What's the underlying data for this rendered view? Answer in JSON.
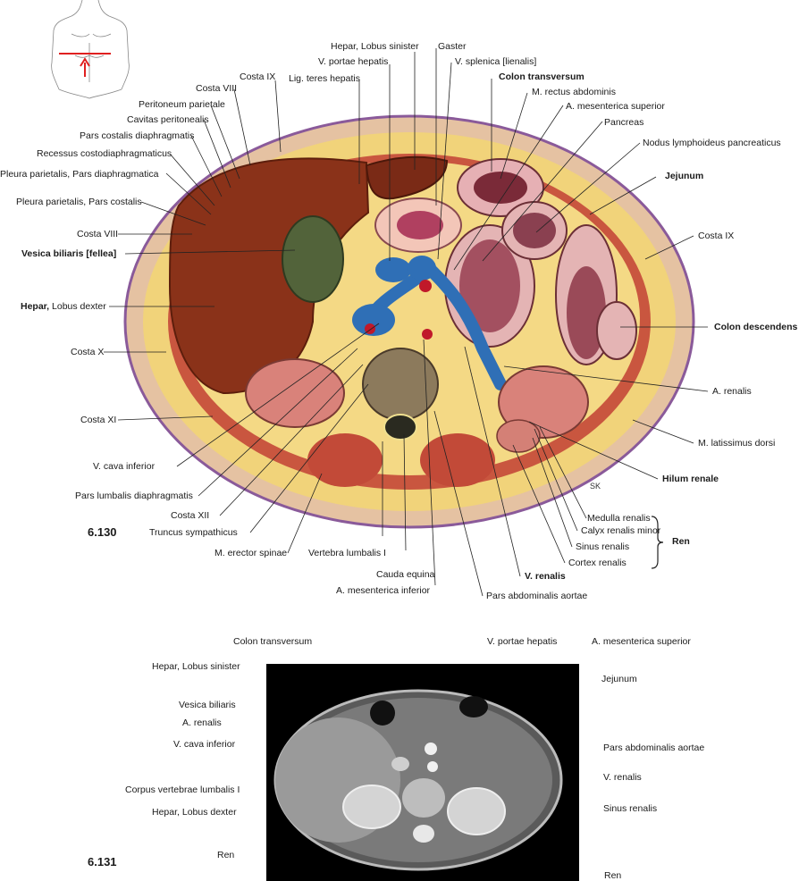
{
  "fig1": {
    "number": "6.130",
    "labels": {
      "hepar_lobus_sinister": "Hepar, Lobus sinister",
      "gaster": "Gaster",
      "v_portae": "V. portae hepatis",
      "v_splenica": "V. splenica [lienalis]",
      "costa_ix_top": "Costa IX",
      "lig_teres": "Lig. teres hepatis",
      "colon_transversum": "Colon transversum",
      "costa_viii_top": "Costa VIII",
      "m_rectus": "M. rectus abdominis",
      "peritoneum_parietale": "Peritoneum parietale",
      "a_mes_sup": "A. mesenterica superior",
      "cavitas_peritonealis": "Cavitas peritonealis",
      "pancreas": "Pancreas",
      "pars_costalis_diaph": "Pars costalis diaphragmatis",
      "nodus": "Nodus lymphoideus pancreaticus",
      "recessus": "Recessus costodiaphragmaticus",
      "pleura_diaph": "Pleura parietalis, Pars diaphragmatica",
      "jejunum": "Jejunum",
      "pleura_costalis": "Pleura parietalis, Pars costalis",
      "costa_viii_left": "Costa VIII",
      "costa_ix_right": "Costa IX",
      "vesica_biliaris": "Vesica biliaris [fellea]",
      "hepar_bold": "Hepar,",
      "hepar_rest": " Lobus dexter",
      "colon_descendens": "Colon descendens",
      "costa_x": "Costa X",
      "a_renalis": "A. renalis",
      "costa_xi": "Costa XI",
      "m_latissimus": "M. latissimus dorsi",
      "v_cava": "V. cava inferior",
      "hilum_renale": "Hilum renale",
      "pars_lumbalis": "Pars lumbalis diaphragmatis",
      "costa_xii": "Costa XII",
      "medulla": "Medulla renalis",
      "truncus": "Truncus sympathicus",
      "calyx": "Calyx renalis minor",
      "ren": "Ren",
      "sinus": "Sinus renalis",
      "m_erector": "M. erector spinae",
      "vertebra": "Vertebra lumbalis I",
      "cortex": "Cortex renalis",
      "cauda": "Cauda equina",
      "v_renalis": "V. renalis",
      "a_mes_inf": "A. mesenterica inferior",
      "pars_abd_aortae": "Pars abdominalis aortae",
      "signature": "SK"
    }
  },
  "fig2": {
    "number": "6.131",
    "labels": {
      "colon_transversum": "Colon transversum",
      "v_portae": "V. portae hepatis",
      "a_mes_sup": "A. mesenterica superior",
      "hepar_sinister": "Hepar, Lobus sinister",
      "jejunum": "Jejunum",
      "vesica": "Vesica biliaris",
      "a_renalis": "A. renalis",
      "pars_abd_aortae": "Pars abdominalis aortae",
      "v_cava": "V. cava inferior",
      "v_renalis": "V. renalis",
      "corpus": "Corpus vertebrae lumbalis I",
      "sinus": "Sinus renalis",
      "hepar_dexter": "Hepar, Lobus dexter",
      "ren_left": "Ren",
      "ren_right": "Ren"
    }
  },
  "colors": {
    "skin": "#e7c6a6",
    "fat": "#f3d67d",
    "muscle": "#c8503c",
    "liver": "#8a3219",
    "kidney": "#d9827a",
    "vein": "#2f6fb6",
    "artery": "#c0192a",
    "bone": "#8c7a5c",
    "marker": "#e02020"
  }
}
